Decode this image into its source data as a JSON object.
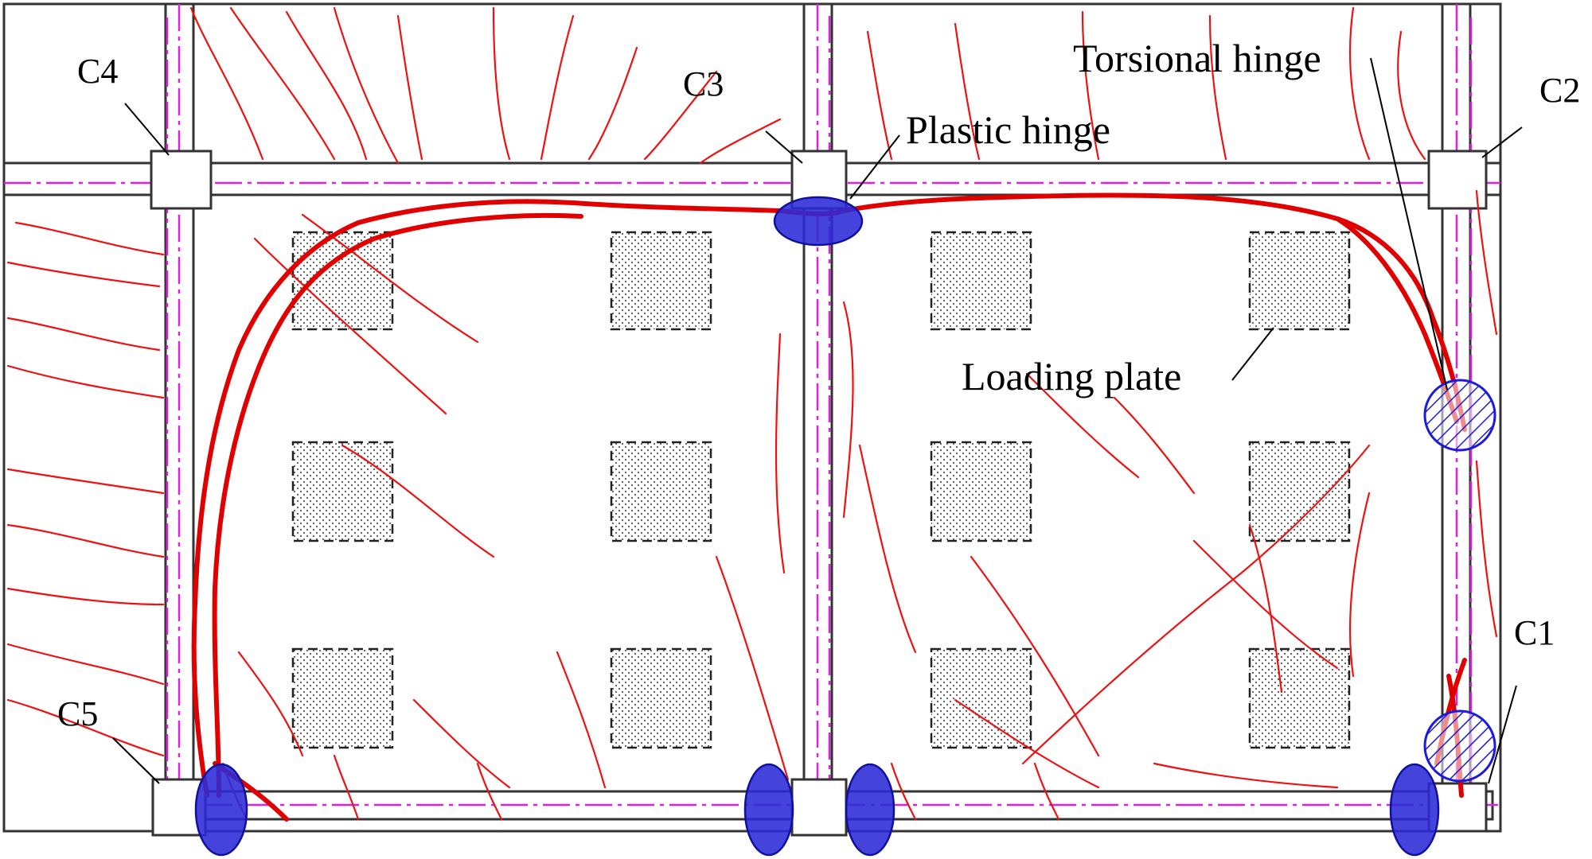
{
  "labels": {
    "c1": "C1",
    "c2": "C2",
    "c3": "C3",
    "c4": "C4",
    "c5": "C5",
    "torsional_hinge": "Torsional hinge",
    "plastic_hinge": "Plastic hinge",
    "loading_plate": "Loading plate"
  },
  "colors": {
    "cracks": "#e00000",
    "gridlines": "#e020e0",
    "plastic_hinge_fill": "#2a2ad8",
    "torsional_hinge_hatch": "#1a1ae0"
  },
  "loading_plate_grid": {
    "rows": 3,
    "columns": 4
  }
}
